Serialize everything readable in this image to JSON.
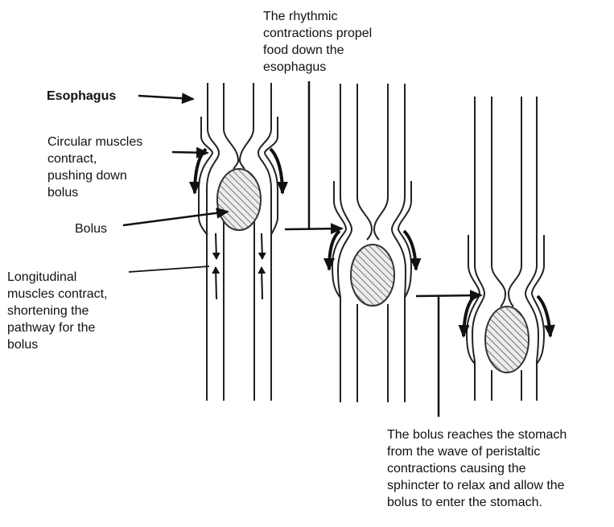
{
  "labels": {
    "esophagus": "Esophagus",
    "circular": "Circular muscles\ncontract,\npushing down\nbolus",
    "bolus": "Bolus",
    "longitudinal": "Longitudinal\nmuscles contract,\nshortening the\npathway for the\nbolus",
    "rhythmic": "The rhythmic\ncontractions propel\nfood down the\nesophagus",
    "stomach": "The bolus reaches the stomach\nfrom the wave of peristaltic\ncontractions causing the\nsphincter to relax and allow the\nbolus to enter the stomach."
  },
  "colors": {
    "line": "#111111",
    "tube": "#333333",
    "hatch": "#555555",
    "bolus_fill": "#e8e8e8"
  }
}
